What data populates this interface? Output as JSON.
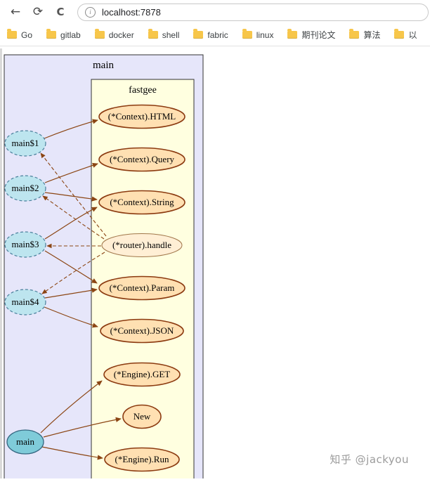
{
  "browser": {
    "toolbar": {
      "back_icon": "←",
      "refresh_icon": "⟳",
      "reload_icon": "C",
      "info_icon": "i",
      "url": "localhost:7878"
    },
    "bookmarks": [
      {
        "label": "Go"
      },
      {
        "label": "gitlab"
      },
      {
        "label": "docker"
      },
      {
        "label": "shell"
      },
      {
        "label": "fabric"
      },
      {
        "label": "linux"
      },
      {
        "label": "期刊论文"
      },
      {
        "label": "算法"
      },
      {
        "label": "以"
      }
    ]
  },
  "graph": {
    "clusters": {
      "outer": "main",
      "inner": "fastgee"
    },
    "nodes": {
      "main1": "main$1",
      "main2": "main$2",
      "main3": "main$3",
      "main4": "main$4",
      "main": "main",
      "html": "(*Context).HTML",
      "query": "(*Context).Query",
      "string": "(*Context).String",
      "handle": "(*router).handle",
      "param": "(*Context).Param",
      "json": "(*Context).JSON",
      "get": "(*Engine).GET",
      "new": "New",
      "run": "(*Engine).Run"
    },
    "edges": {
      "solid": [
        [
          "main$1",
          "(*Context).HTML"
        ],
        [
          "main$2",
          "(*Context).Query"
        ],
        [
          "main$2",
          "(*Context).String"
        ],
        [
          "main$3",
          "(*Context).String"
        ],
        [
          "main$3",
          "(*Context).Param"
        ],
        [
          "main$4",
          "(*Context).Param"
        ],
        [
          "main$4",
          "(*Context).JSON"
        ],
        [
          "main",
          "(*Engine).GET"
        ],
        [
          "main",
          "New"
        ],
        [
          "main",
          "(*Engine).Run"
        ]
      ],
      "dashed": [
        [
          "(*router).handle",
          "main$1"
        ],
        [
          "(*router).handle",
          "main$2"
        ],
        [
          "(*router).handle",
          "main$3"
        ],
        [
          "(*router).handle",
          "main$4"
        ]
      ]
    }
  },
  "colors": {
    "outer_cluster_fill": "#E6E6FA",
    "inner_cluster_fill": "#FFFFE0",
    "anon_node_fill": "#BDE5EF",
    "main_node_fill": "#7FCBD9",
    "func_node_fill": "#FFE0B2",
    "handle_node_fill": "#FFEFD5",
    "edge": "#8B4513"
  },
  "watermark": "知乎 @jackyou"
}
